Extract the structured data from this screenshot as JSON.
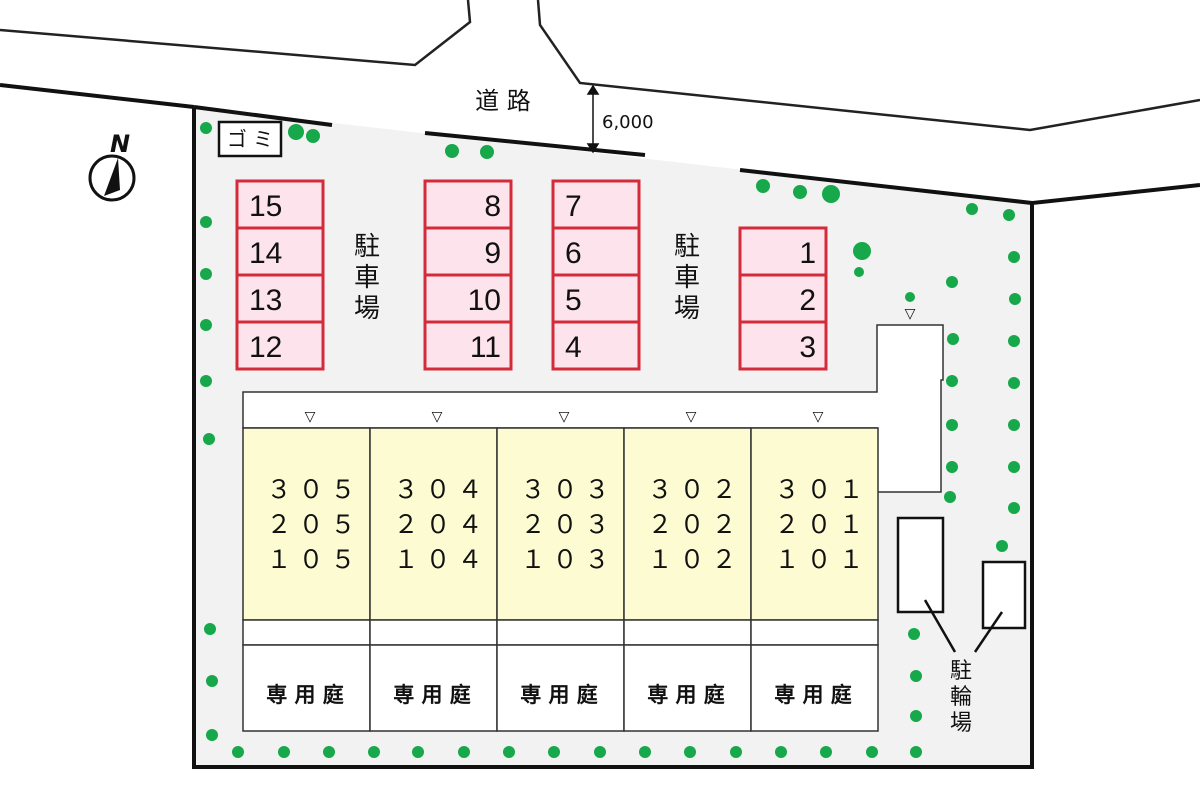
{
  "road": {
    "label": "道 路",
    "width_label": "6,000"
  },
  "compass": {
    "label": "N"
  },
  "garbage": {
    "label": "ゴ ミ"
  },
  "parking": {
    "label_chars": [
      "駐",
      "車",
      "場"
    ],
    "slots_left": [
      "15",
      "14",
      "13",
      "12"
    ],
    "slots_mid_a": [
      "8",
      "9",
      "10",
      "11"
    ],
    "slots_mid_b": [
      "7",
      "6",
      "5",
      "4"
    ],
    "slots_right": [
      "1",
      "2",
      "3"
    ]
  },
  "bicycle": {
    "label_chars": [
      "駐",
      "輪",
      "場"
    ]
  },
  "units": [
    {
      "floors": [
        "３ ０ ５",
        "２ ０ ５",
        "１ ０ ５"
      ],
      "garden": "専 用 庭"
    },
    {
      "floors": [
        "３ ０ ４",
        "２ ０ ４",
        "１ ０ ４"
      ],
      "garden": "専 用 庭"
    },
    {
      "floors": [
        "３ ０ ３",
        "２ ０ ３",
        "１ ０ ３"
      ],
      "garden": "専 用 庭"
    },
    {
      "floors": [
        "３ ０ ２",
        "２ ０ ２",
        "１ ０ ２"
      ],
      "garden": "専 用 庭"
    },
    {
      "floors": [
        "３ ０ １",
        "２ ０ １",
        "１ ０ １"
      ],
      "garden": "専 用 庭"
    }
  ],
  "entrance_marker": "▽",
  "colors": {
    "parking_fill": "#fde4ec",
    "parking_stroke": "#d42b3a",
    "unit_fill": "#fdfbd2",
    "lot_fill": "#f2f2f2",
    "tree": "#16a84a"
  }
}
